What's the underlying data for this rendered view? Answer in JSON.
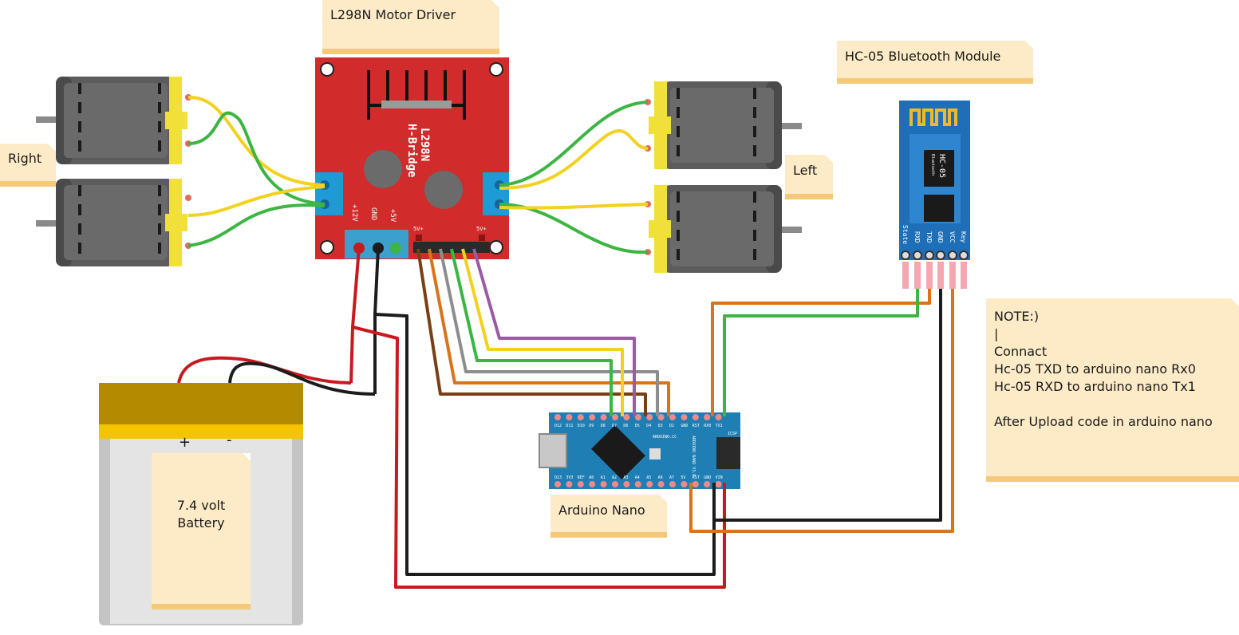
{
  "labels": {
    "motor_driver": "L298N Motor Driver",
    "bluetooth": "HC-05 Bluetooth Module",
    "right": "Right",
    "left": "Left",
    "arduino": "Arduino Nano",
    "battery_line1": "7.4 volt",
    "battery_line2": "Battery"
  },
  "note_lines": [
    "NOTE:)",
    "|",
    "Connact",
    "Hc-05 TXD to arduino nano Rx0",
    "Hc-05 RXD to arduino nano Tx1",
    "",
    "After Upload code in arduino nano"
  ],
  "board_text": {
    "l298n_line1": "L298N",
    "l298n_line2": "H-Bridge",
    "pin_12v": "+12V",
    "pin_gnd": "GND",
    "pin_5v": "+5V",
    "pin_5v_left": "5V+",
    "pin_5v_right": "5V+",
    "hc05_chip": "HC-05",
    "hc05_sub": "Bluetooth",
    "hc05_pins": [
      "State",
      "RXD",
      "TXD",
      "GND",
      "VCC",
      "Key"
    ],
    "battery_plus": "+",
    "battery_minus": "-",
    "nano_top_pins": [
      "D12",
      "D11",
      "D10",
      "D9",
      "D8",
      "D7",
      "D6",
      "D5",
      "D4",
      "D3",
      "D2",
      "GND",
      "RST",
      "RX0",
      "TX1"
    ],
    "nano_bottom_pins": [
      "D13",
      "3V3",
      "REF",
      "A0",
      "A1",
      "A2",
      "A3",
      "A4",
      "A5",
      "A6",
      "A7",
      "5V",
      "RST",
      "GND",
      "VIN"
    ],
    "nano_center": "ARDUINO.CC",
    "nano_name": "ARDUINO NANO V3.0",
    "nano_icsp": "ICSP"
  },
  "colors": {
    "board_red": "#d12b2b",
    "nano_blue": "#1f7eb3",
    "hc05_blue": "#1f6fb8",
    "motor_gray": "#5b5b5b",
    "motor_yellow": "#f2e03a",
    "wire_red": "#c8191e",
    "wire_black": "#1c1c1c",
    "wire_green": "#3cb542",
    "wire_yellow": "#f2d11f",
    "wire_orange": "#d9731c",
    "wire_brown": "#7a3e14",
    "wire_gray": "#8d8d8d",
    "wire_purple": "#9b59a6",
    "note_bg": "#fdebc8",
    "note_edge": "#f6c97a"
  }
}
